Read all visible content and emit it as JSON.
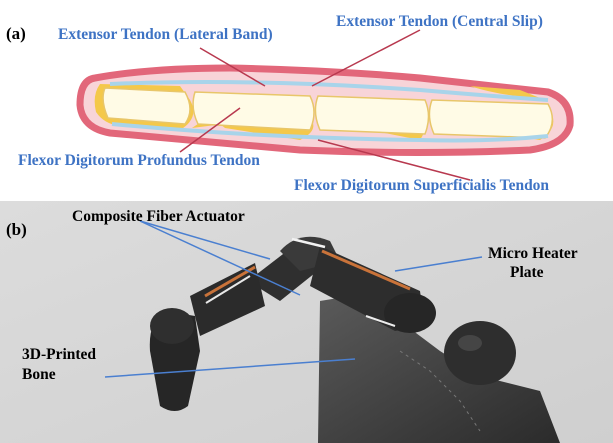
{
  "panel_a": {
    "label": "(a)",
    "labels": {
      "extensor_lateral": "Extensor Tendon (Lateral Band)",
      "extensor_central": "Extensor Tendon (Central Slip)",
      "flexor_profundus": "Flexor Digitorum Profundus  Tendon",
      "flexor_superficialis": "Flexor Digitorum Superficialis Tendon"
    }
  },
  "panel_b": {
    "label": "(b)",
    "labels": {
      "composite_fiber_actuator": "Composite Fiber Actuator",
      "micro_heater_line1": "Micro Heater",
      "micro_heater_line2": "Plate",
      "bone_line1": "3D-Printed",
      "bone_line2": "Bone"
    }
  },
  "colors": {
    "label_blue": "#3e73c4",
    "skin_pink": "#e2677a",
    "skin_fill": "#f8d4d8",
    "bone_yellow": "#f4c84a",
    "bone_cream": "#fffbe6",
    "tendon_blue": "#a8d4ea",
    "leader_red": "#b8394f",
    "leader_blue": "#4a7fd0",
    "background_gray": "#d8d8d8"
  }
}
